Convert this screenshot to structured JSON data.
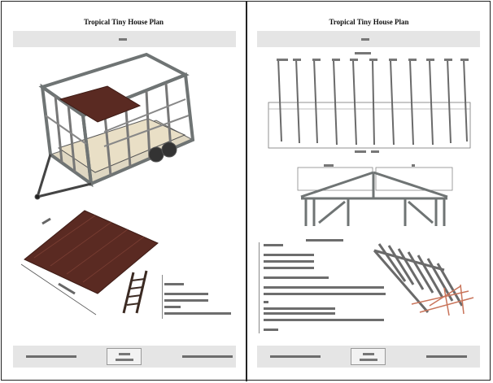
{
  "document": {
    "pages": [
      {
        "id": "left",
        "title": "Tropical Tiny House Plan"
      },
      {
        "id": "right",
        "title": "Tropical Tiny House Plan"
      }
    ]
  },
  "colors": {
    "band": "#e5e5e5",
    "redacted_text": "#6d6d6d",
    "frame_steel": "#8e9090",
    "floor_wood": "#5a2a22",
    "rafter_red": "#c9745a"
  },
  "icons": {
    "trailer-frame-render": "3D render of house frame on trailer",
    "floor-deck-render": "3D render of wood floor deck with ladder",
    "wall-stud-elevation": "wall studs line drawing",
    "roof-truss-section": "truss section drawing",
    "roof-rafter-render": "3D rafters render"
  }
}
